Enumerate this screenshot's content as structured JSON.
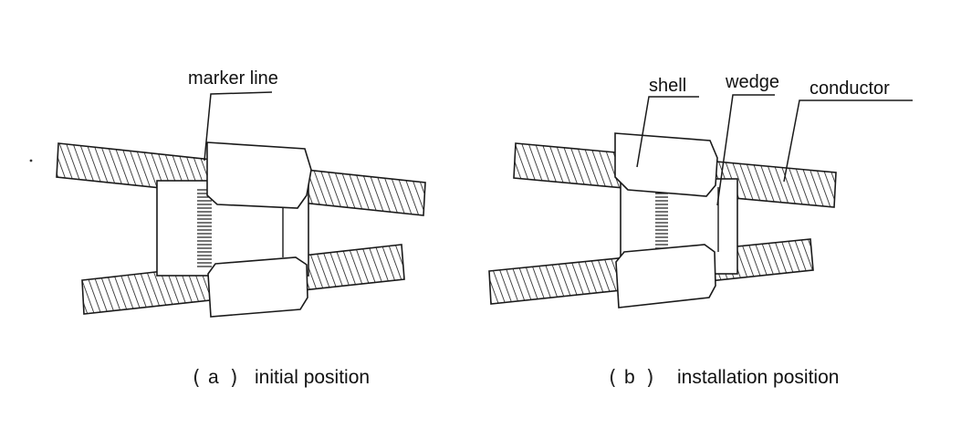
{
  "diagram": {
    "labels": {
      "marker_line": "marker line",
      "shell": "shell",
      "wedge": "wedge",
      "conductor": "conductor"
    },
    "captions": {
      "a_letter": "a",
      "a_text": "initial position",
      "b_letter": "b",
      "b_text": "installation position"
    },
    "colors": {
      "line": "#1a1a1a",
      "background": "#ffffff"
    }
  }
}
